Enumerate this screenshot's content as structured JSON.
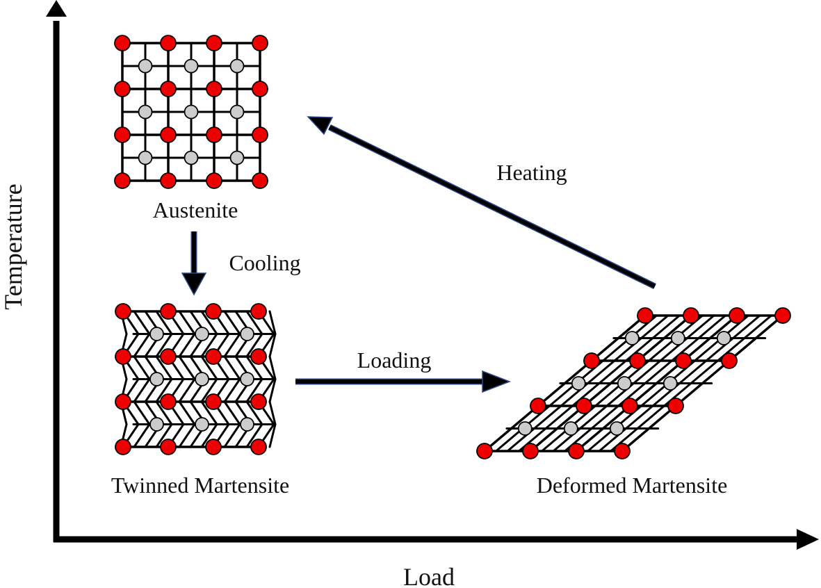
{
  "axes": {
    "x_label": "Load",
    "y_label": "Temperature"
  },
  "phases": [
    {
      "id": "austenite",
      "label": "Austenite"
    },
    {
      "id": "twinned",
      "label": "Twinned Martensite"
    },
    {
      "id": "deformed",
      "label": "Deformed Martensite"
    }
  ],
  "transitions": [
    {
      "id": "cooling",
      "label": "Cooling",
      "from": "austenite",
      "to": "twinned"
    },
    {
      "id": "loading",
      "label": "Loading",
      "from": "twinned",
      "to": "deformed"
    },
    {
      "id": "heating",
      "label": "Heating",
      "from": "deformed",
      "to": "austenite"
    }
  ],
  "atom_colors": {
    "primary": "#ee0000",
    "secondary": "#cccccc",
    "bond": "#000000",
    "arrow_edge": "#2a4a8a"
  },
  "lattice": {
    "primary_grid": [
      4,
      4
    ],
    "secondary_grid": [
      3,
      3
    ]
  }
}
